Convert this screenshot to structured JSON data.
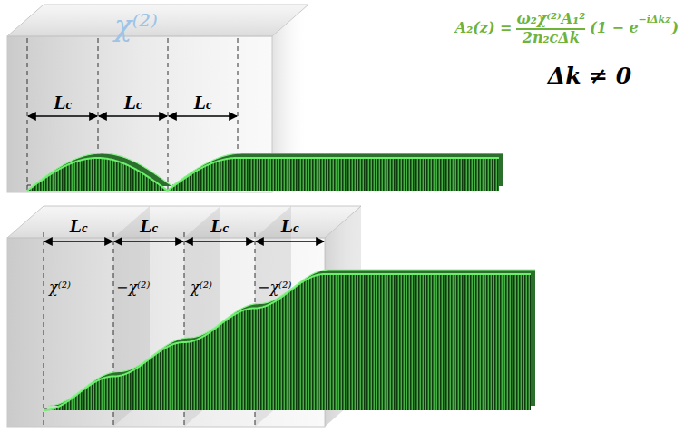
{
  "diagram": {
    "labels": [
      "A₂(z) =",
      "ω₂χ⁽²⁾A₁²",
      "2n₂cΔk",
      "(1 − e",
      "−iΔkz",
      ")",
      "Δk ≠ 0",
      "χ⁽²⁾",
      "Lc",
      "Lc",
      "Lc",
      "Lc",
      "Lc",
      "Lc",
      "Lc",
      "χ⁽²⁾",
      "−χ⁽²⁾",
      "χ⁽²⁾",
      "−χ⁽²⁾"
    ]
  }
}
